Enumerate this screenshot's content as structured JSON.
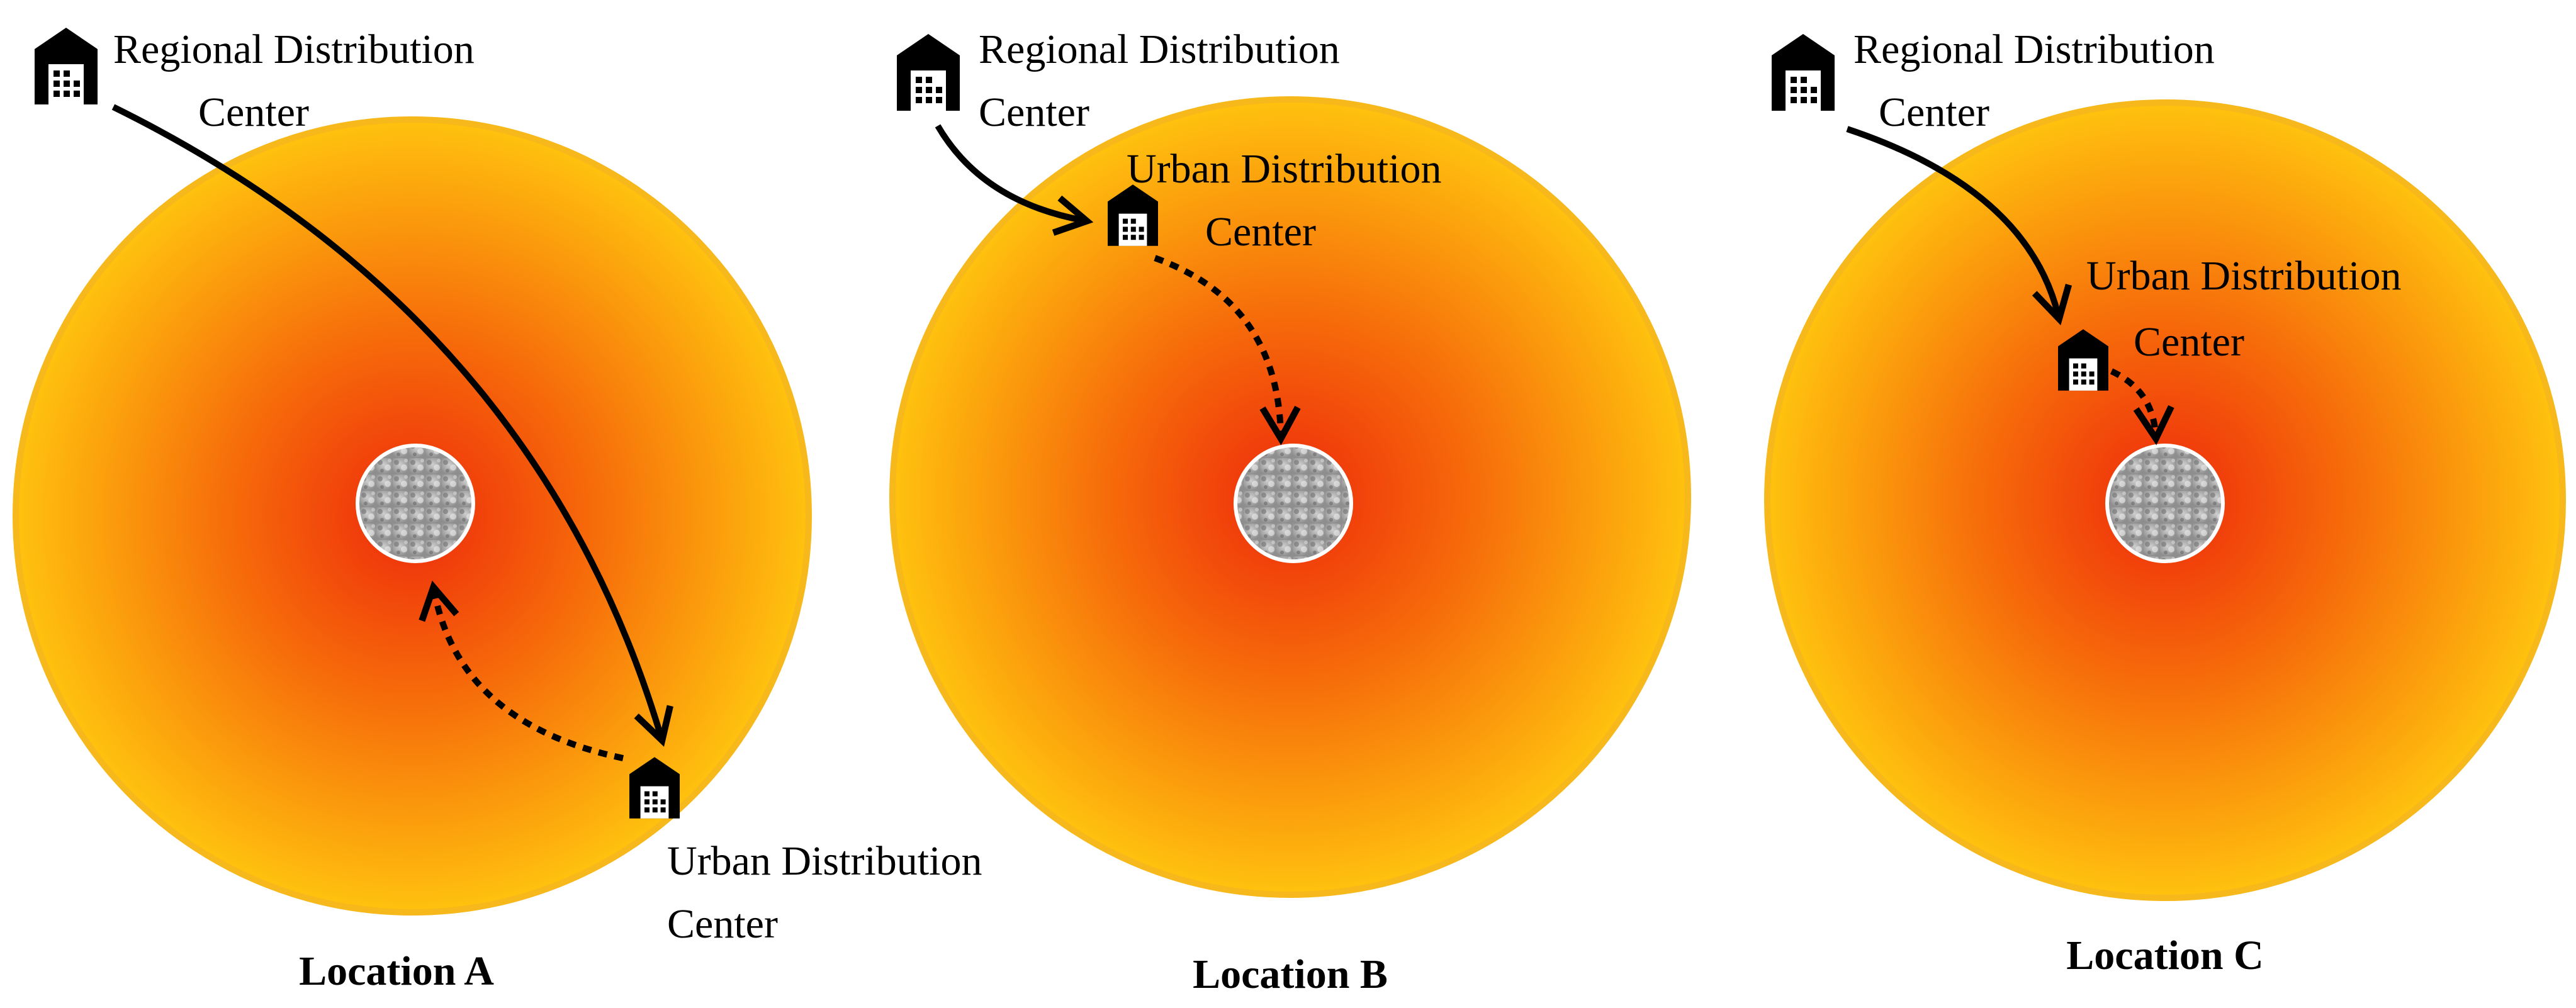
{
  "regional_label": [
    "Regional Distribution",
    "Center"
  ],
  "urban_label": [
    "Urban Distribution",
    "Center"
  ],
  "colors": {
    "city_center": "#ee2a0c",
    "city_edge": "#ffc20e",
    "city_outline": "#f6b81a",
    "core": "#a9a9a9",
    "arrow": "#000000"
  },
  "icons": {
    "regional": "warehouse-icon",
    "urban": "warehouse-icon",
    "core": "city-core-icon"
  },
  "panels": [
    {
      "caption": "Location A",
      "urban_position": "outer edge of city"
    },
    {
      "caption": "Location B",
      "urban_position": "inside city, near edge"
    },
    {
      "caption": "Location C",
      "urban_position": "close to city core"
    }
  ]
}
